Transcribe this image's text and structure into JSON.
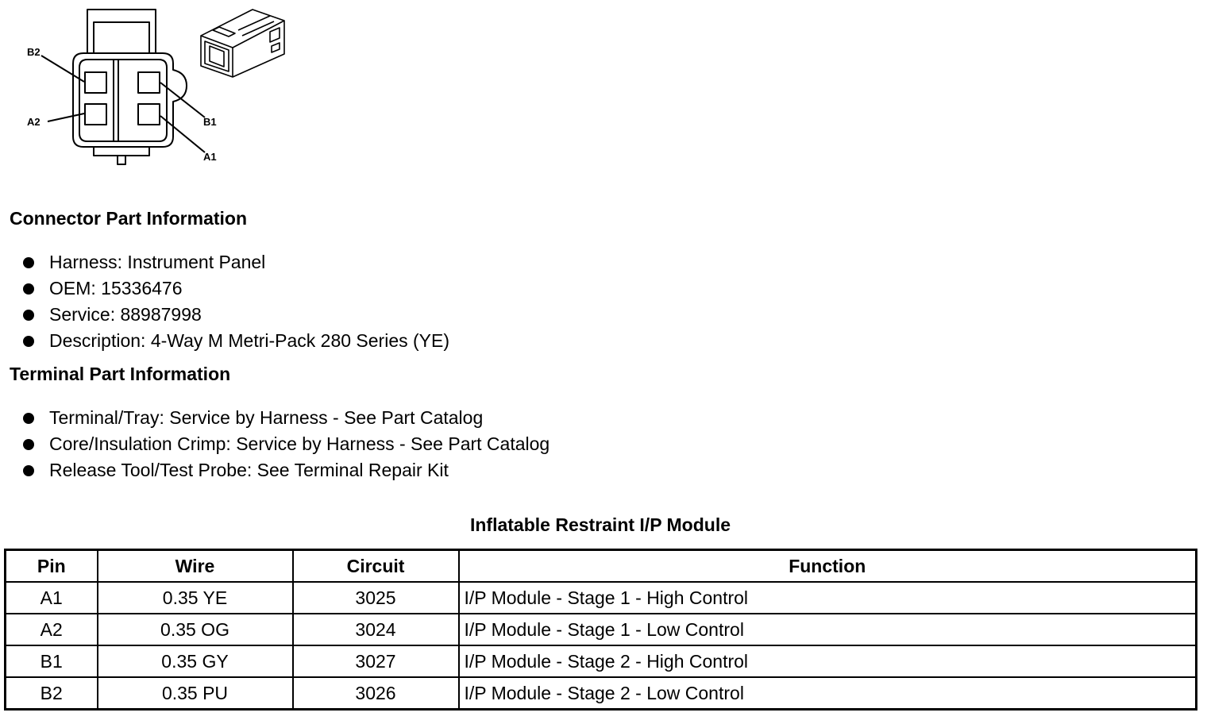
{
  "diagram": {
    "pin_labels": [
      "B2",
      "A2",
      "B1",
      "A1"
    ]
  },
  "connector_info": {
    "heading": "Connector Part Information",
    "items": [
      "Harness: Instrument Panel",
      "OEM: 15336476",
      "Service: 88987998",
      "Description: 4-Way M Metri-Pack 280 Series (YE)"
    ]
  },
  "terminal_info": {
    "heading": "Terminal Part Information",
    "items": [
      "Terminal/Tray: Service by Harness - See Part Catalog",
      "Core/Insulation Crimp: Service by Harness - See Part Catalog",
      "Release Tool/Test Probe: See Terminal Repair Kit"
    ]
  },
  "table": {
    "title": "Inflatable Restraint I/P Module",
    "headers": [
      "Pin",
      "Wire",
      "Circuit",
      "Function"
    ],
    "rows": [
      [
        "A1",
        "0.35 YE",
        "3025",
        "I/P Module - Stage 1 - High Control"
      ],
      [
        "A2",
        "0.35 OG",
        "3024",
        "I/P Module - Stage 1 - Low Control"
      ],
      [
        "B1",
        "0.35 GY",
        "3027",
        "I/P Module - Stage 2 - High Control"
      ],
      [
        "B2",
        "0.35 PU",
        "3026",
        "I/P Module - Stage 2 - Low Control"
      ]
    ]
  }
}
